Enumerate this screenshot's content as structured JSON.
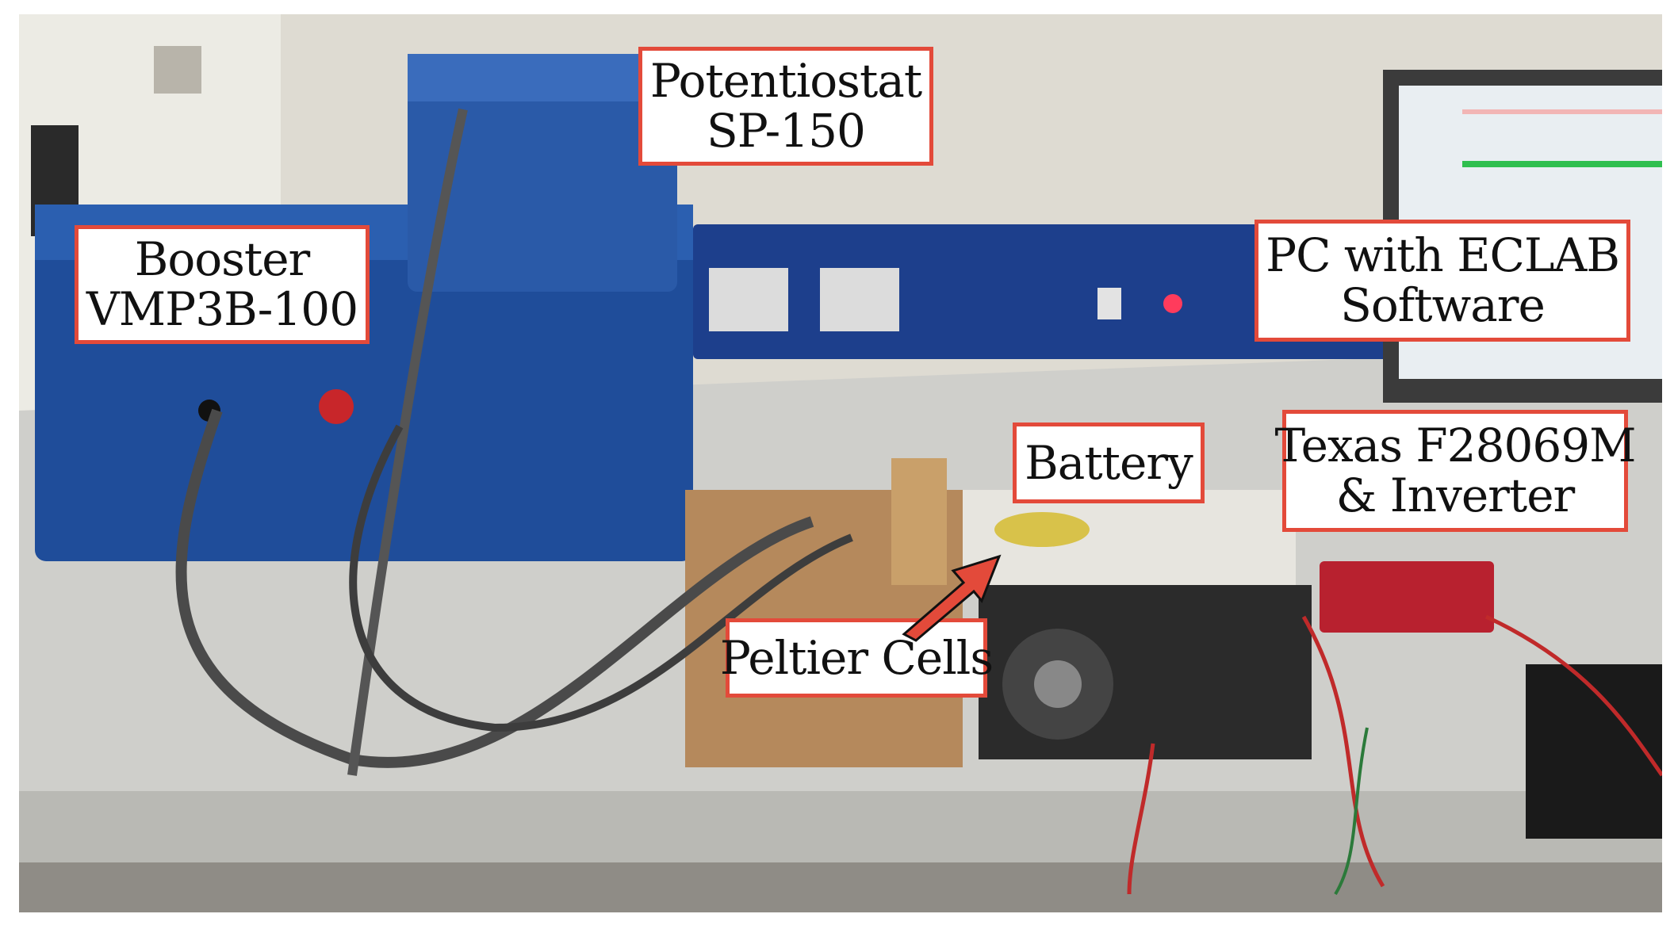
{
  "labels": {
    "potentiostat": {
      "line1": "Potentiostat",
      "line2": "SP-150"
    },
    "booster": {
      "line1": "Booster",
      "line2": "VMP3B-100"
    },
    "pc": {
      "line1": "PC with ECLAB",
      "line2": "Software"
    },
    "battery": {
      "line1": "Battery"
    },
    "texas": {
      "line1": "Texas F28069M",
      "line2": "& Inverter"
    },
    "peltier": {
      "line1": "Peltier Cells"
    }
  },
  "colors": {
    "label_border": "#e34a3a",
    "arrow": "#e34a3a",
    "instrument_blue": "#1f4d9a"
  },
  "icons": {
    "peltier_pointer": "arrow-icon"
  }
}
